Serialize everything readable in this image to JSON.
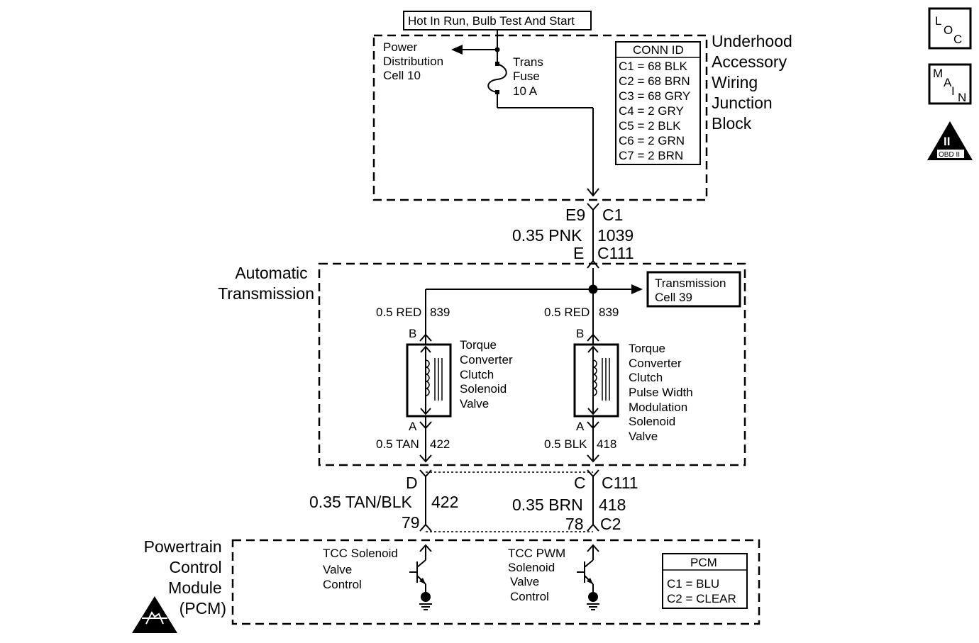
{
  "header": {
    "power_label": "Hot In Run, Bulb Test And Start"
  },
  "top_right_icons": {
    "loc": {
      "l": "L",
      "o": "O",
      "c": "C"
    },
    "main": {
      "m": "M",
      "a": "A",
      "i": "I",
      "n": "N"
    },
    "obd": {
      "numeral": "II",
      "label": "OBD II"
    }
  },
  "junction_block": {
    "title": [
      "Underhood",
      "Accessory",
      "Wiring",
      "Junction",
      "Block"
    ],
    "power_dist": [
      "Power",
      "Distribution",
      "Cell 10"
    ],
    "fuse": [
      "Trans",
      "Fuse",
      "10 A"
    ],
    "conn_id_title": "CONN ID",
    "conn_id_rows": [
      "C1 = 68 BLK",
      "C2 = 68 BRN",
      "C3 = 68 GRY",
      "C4 =  2 GRY",
      "C5 = 2 BLK",
      "C6 = 2 GRN",
      "C7 = 2 BRN"
    ]
  },
  "wires": {
    "top": {
      "pin": "E9",
      "connector": "C1",
      "wire": "0.35 PNK",
      "circuit": "1039",
      "pin2": "E",
      "connector2": "C111"
    },
    "left_in": {
      "wire": "0.5 RED",
      "circuit": "839",
      "pin_b": "B",
      "pin_a": "A",
      "wire_out": "0.5 TAN",
      "circuit_out": "422"
    },
    "right_in": {
      "wire": "0.5 RED",
      "circuit": "839",
      "pin_b": "B",
      "pin_a": "A",
      "wire_out": "0.5 BLK",
      "circuit_out": "418"
    },
    "bottom_left": {
      "pin": "D",
      "wire": "0.35 TAN/BLK",
      "circuit": "422",
      "pin2": "79"
    },
    "bottom_right": {
      "pin": "C",
      "connector": "C111",
      "wire": "0.35 BRN",
      "circuit": "418",
      "pin2": "78",
      "connector2": "C2"
    }
  },
  "transmission": {
    "title": [
      "Automatic",
      "Transmission"
    ],
    "cell_ref": [
      "Transmission",
      "Cell 39"
    ],
    "solenoid_left": [
      "Torque",
      "Converter",
      "Clutch",
      "Solenoid",
      "Valve"
    ],
    "solenoid_right": [
      "Torque",
      "Converter",
      "Clutch",
      "Pulse Width",
      "Modulation",
      "Solenoid",
      "Valve"
    ]
  },
  "pcm": {
    "title": [
      "Powertrain",
      "Control",
      "Module",
      "(PCM)"
    ],
    "left_driver": [
      "TCC Solenoid",
      "Valve",
      "Control"
    ],
    "right_driver": [
      "TCC PWM",
      "Solenoid",
      "Valve",
      "Control"
    ],
    "conn_title": "PCM",
    "conn_rows": [
      "C1 = BLU",
      "C2 = CLEAR"
    ]
  }
}
